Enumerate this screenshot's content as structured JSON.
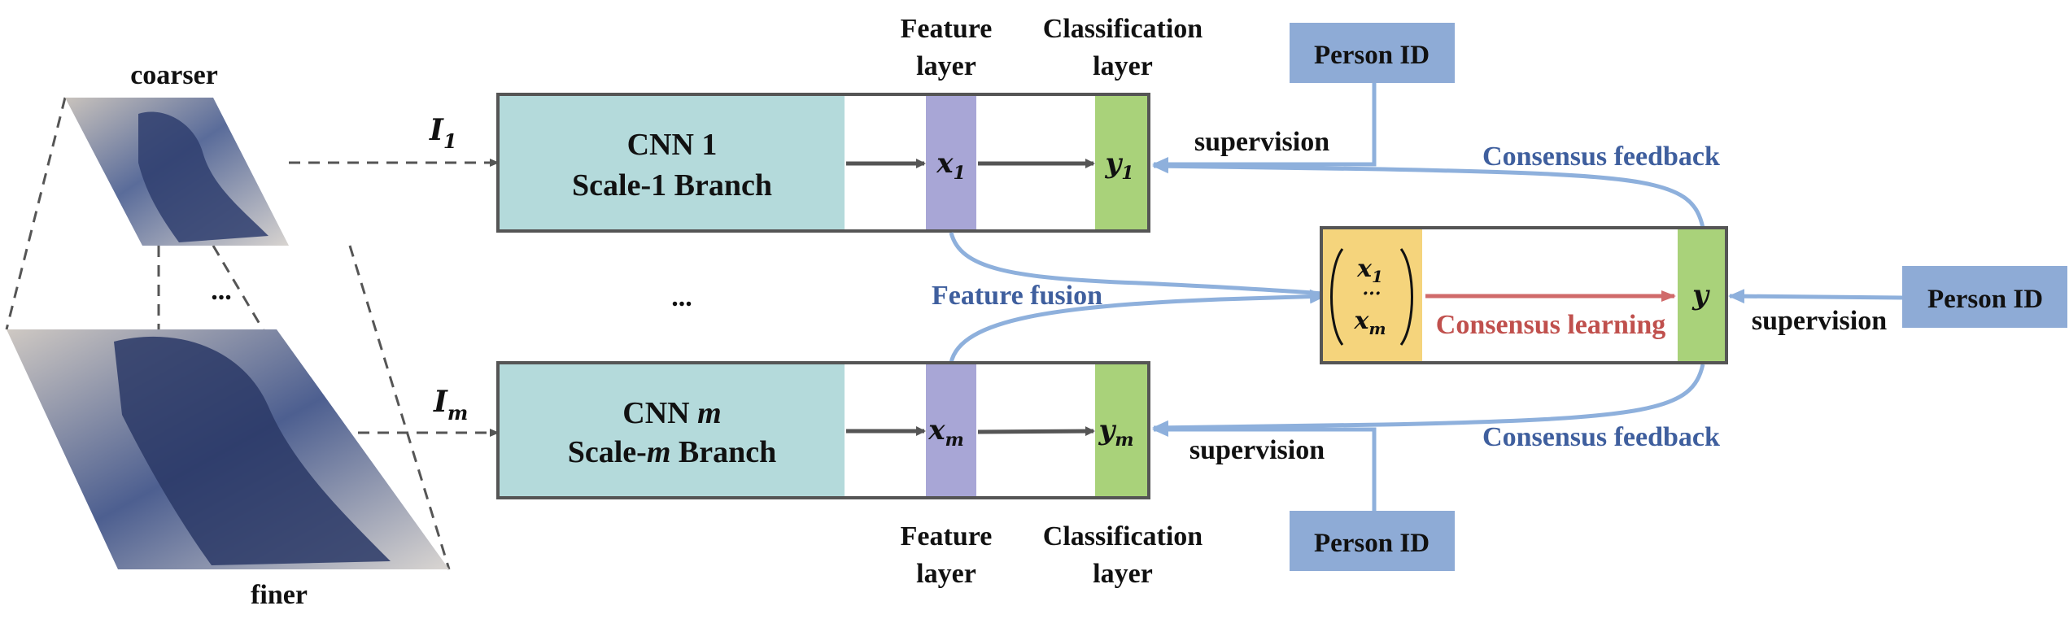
{
  "input": {
    "coarser_label": "coarser",
    "finer_label": "finer",
    "dots": "...",
    "input1_label": "I",
    "input1_sub": "1",
    "inputm_label": "I",
    "inputm_sub": "m"
  },
  "branch1": {
    "cnn_label": "CNN 1",
    "branch_label": "Scale-1 Branch",
    "feature_var": "x",
    "feature_sub": "1",
    "class_var": "y",
    "class_sub": "1",
    "feature_header_line1": "Feature",
    "feature_header_line2": "layer",
    "class_header_line1": "Classification",
    "class_header_line2": "layer",
    "supervision": "supervision",
    "person_id": "Person ID",
    "feedback": "Consensus feedback"
  },
  "middle": {
    "dots": "...",
    "feature_fusion": "Feature fusion"
  },
  "branchm": {
    "cnn_label_a": "CNN ",
    "cnn_label_b": "m",
    "branch_label_a": "Scale-",
    "branch_label_b": "m",
    "branch_label_c": " Branch",
    "feature_var": "x",
    "feature_sub": "m",
    "class_var": "y",
    "class_sub": "m",
    "feature_header_line1": "Feature",
    "feature_header_line2": "layer",
    "class_header_line1": "Classification",
    "class_header_line2": "layer",
    "supervision": "supervision",
    "person_id": "Person ID",
    "feedback": "Consensus feedback"
  },
  "consensus": {
    "vec_top_var": "x",
    "vec_top_sub": "1",
    "vec_dots": "···",
    "vec_bot_var": "x",
    "vec_bot_sub": "m",
    "learning": "Consensus learning",
    "output_var": "y",
    "supervision": "supervision",
    "person_id": "Person ID"
  },
  "colors": {
    "cnn_fill": "#b4dadb",
    "feature_fill": "#a8a6d6",
    "class_fill": "#a9d27a",
    "consensus_fill": "#f5d47c",
    "person_id_fill": "#8eabd6",
    "blue_arrow": "#8eb0dc",
    "red_arrow": "#d06a6a",
    "gray_arrow": "#555555"
  }
}
